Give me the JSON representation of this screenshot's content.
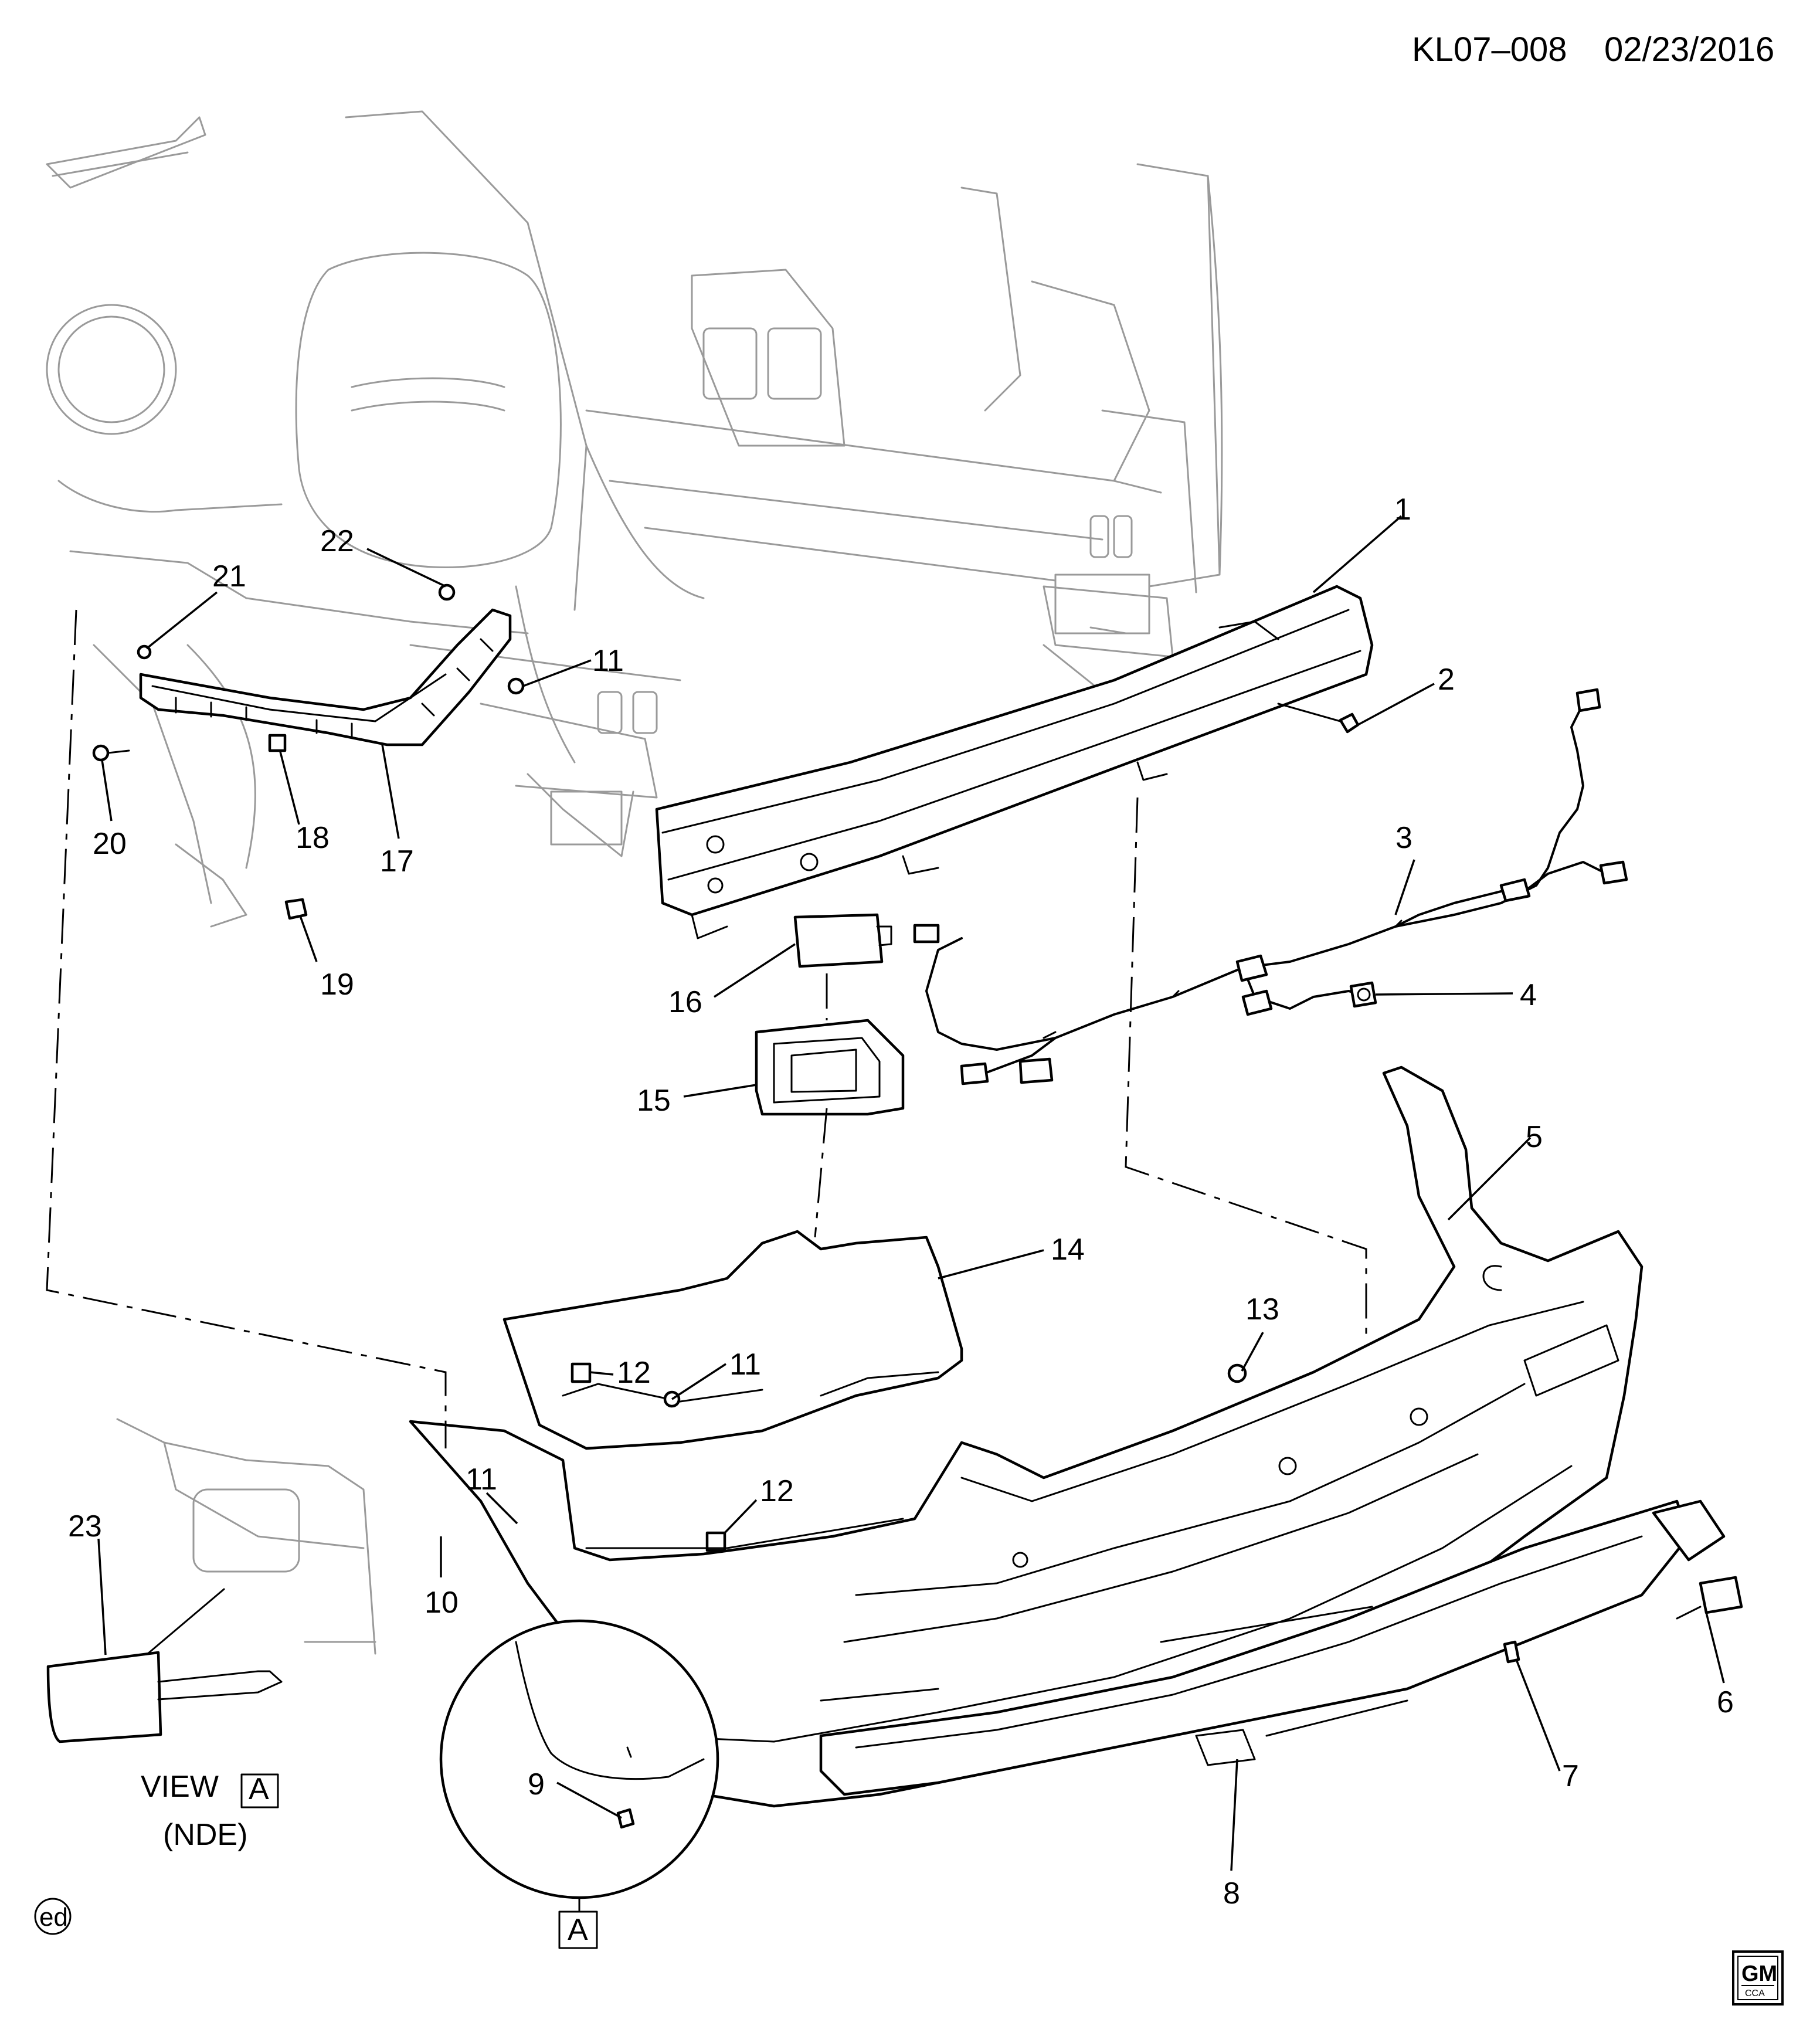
{
  "header": {
    "diagram_code": "KL07–008",
    "date": "02/23/2016"
  },
  "callouts": [
    {
      "id": "c1",
      "label": "1"
    },
    {
      "id": "c2",
      "label": "2"
    },
    {
      "id": "c3",
      "label": "3"
    },
    {
      "id": "c4",
      "label": "4"
    },
    {
      "id": "c5",
      "label": "5"
    },
    {
      "id": "c6",
      "label": "6"
    },
    {
      "id": "c7",
      "label": "7"
    },
    {
      "id": "c8",
      "label": "8"
    },
    {
      "id": "c9",
      "label": "9"
    },
    {
      "id": "c10",
      "label": "10"
    },
    {
      "id": "c11a",
      "label": "11"
    },
    {
      "id": "c11b",
      "label": "11"
    },
    {
      "id": "c11c",
      "label": "11"
    },
    {
      "id": "c12a",
      "label": "12"
    },
    {
      "id": "c12b",
      "label": "12"
    },
    {
      "id": "c13",
      "label": "13"
    },
    {
      "id": "c14",
      "label": "14"
    },
    {
      "id": "c15",
      "label": "15"
    },
    {
      "id": "c16",
      "label": "16"
    },
    {
      "id": "c17",
      "label": "17"
    },
    {
      "id": "c18",
      "label": "18"
    },
    {
      "id": "c19",
      "label": "19"
    },
    {
      "id": "c20",
      "label": "20"
    },
    {
      "id": "c21",
      "label": "21"
    },
    {
      "id": "c22",
      "label": "22"
    },
    {
      "id": "c23",
      "label": "23"
    }
  ],
  "view": {
    "title": "VIEW",
    "reference": "A",
    "note": "(NDE)",
    "detail_reference": "A"
  },
  "footer": {
    "editor_mark": "ed",
    "logo_text": "GM",
    "logo_subtext": "CCA"
  }
}
